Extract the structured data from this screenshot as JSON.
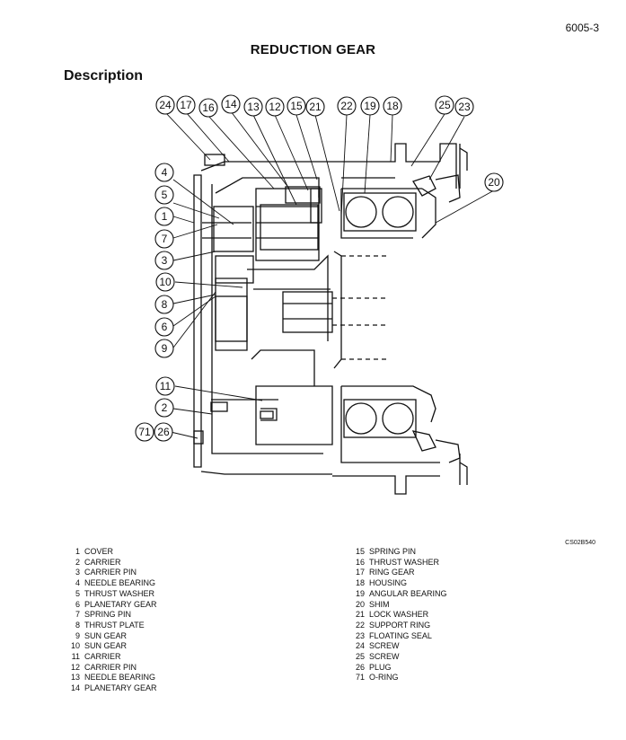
{
  "header": {
    "page_number": "6005-3"
  },
  "document": {
    "title": "REDUCTION GEAR",
    "section": "Description",
    "figure_code": "CS02B540"
  },
  "figure": {
    "callouts_top": [
      "24",
      "17",
      "16",
      "14",
      "13",
      "12",
      "15",
      "21",
      "22",
      "19",
      "18",
      "25",
      "23"
    ],
    "callouts_left": [
      "4",
      "5",
      "1",
      "7",
      "3",
      "10",
      "8",
      "6",
      "9",
      "11",
      "2",
      "71",
      "26"
    ],
    "callouts_right": [
      "20"
    ]
  },
  "legend": {
    "left": [
      {
        "num": "1",
        "label": "COVER"
      },
      {
        "num": "2",
        "label": "CARRIER"
      },
      {
        "num": "3",
        "label": "CARRIER PIN"
      },
      {
        "num": "4",
        "label": "NEEDLE BEARING"
      },
      {
        "num": "5",
        "label": "THRUST WASHER"
      },
      {
        "num": "6",
        "label": "PLANETARY GEAR"
      },
      {
        "num": "7",
        "label": "SPRING PIN"
      },
      {
        "num": "8",
        "label": "THRUST PLATE"
      },
      {
        "num": "9",
        "label": "SUN GEAR"
      },
      {
        "num": "10",
        "label": "SUN GEAR"
      },
      {
        "num": "11",
        "label": "CARRIER"
      },
      {
        "num": "12",
        "label": "CARRIER PIN"
      },
      {
        "num": "13",
        "label": "NEEDLE BEARING"
      },
      {
        "num": "14",
        "label": "PLANETARY GEAR"
      }
    ],
    "right": [
      {
        "num": "15",
        "label": "SPRING PIN"
      },
      {
        "num": "16",
        "label": "THRUST WASHER"
      },
      {
        "num": "17",
        "label": "RING GEAR"
      },
      {
        "num": "18",
        "label": "HOUSING"
      },
      {
        "num": "19",
        "label": "ANGULAR BEARING"
      },
      {
        "num": "20",
        "label": "SHIM"
      },
      {
        "num": "21",
        "label": "LOCK WASHER"
      },
      {
        "num": "22",
        "label": "SUPPORT RING"
      },
      {
        "num": "23",
        "label": "FLOATING SEAL"
      },
      {
        "num": "24",
        "label": "SCREW"
      },
      {
        "num": "25",
        "label": "SCREW"
      },
      {
        "num": "26",
        "label": "PLUG"
      },
      {
        "num": "71",
        "label": "O-RING"
      }
    ]
  }
}
